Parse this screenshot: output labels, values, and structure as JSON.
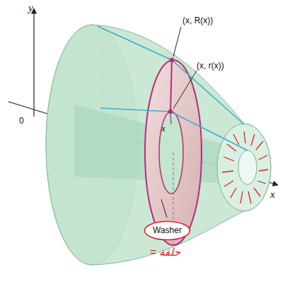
{
  "diagram": {
    "nodes": [
      {
        "text": [
          "Washer"
        ]
      }
    ],
    "labels": [
      "y",
      "(x, R(x))",
      "(x, r(x))",
      "0",
      "x",
      "x",
      "= حلقة"
    ]
  }
}
